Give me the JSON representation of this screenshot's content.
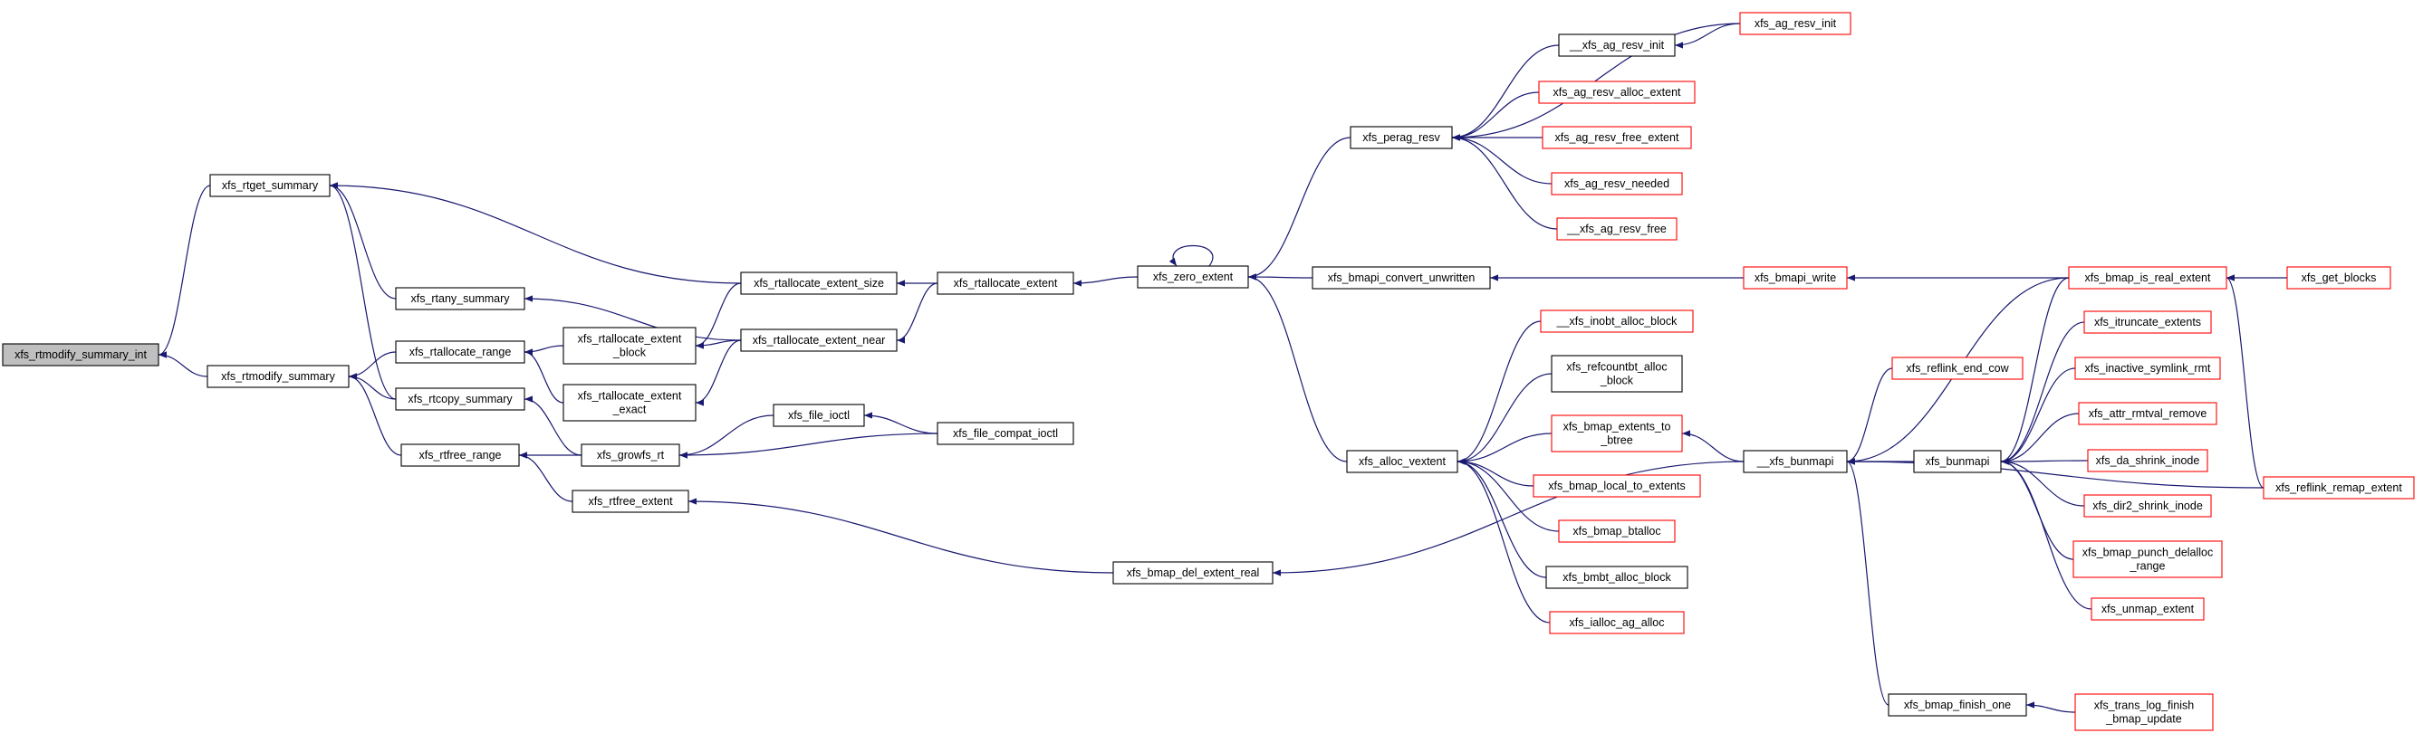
{
  "colors": {
    "edge": "#191970",
    "node_border": "#000000",
    "node_border_truncated": "#ff0000",
    "root_fill": "#bfbfbf"
  },
  "nodes": [
    {
      "id": "root",
      "lines": [
        "xfs_rtmodify_summary_int"
      ],
      "style": "root"
    },
    {
      "id": "rtget_summary",
      "lines": [
        "xfs_rtget_summary"
      ],
      "style": "black"
    },
    {
      "id": "rtmodify_summary",
      "lines": [
        "xfs_rtmodify_summary"
      ],
      "style": "black"
    },
    {
      "id": "rtany_summary",
      "lines": [
        "xfs_rtany_summary"
      ],
      "style": "black"
    },
    {
      "id": "rtallocate_range",
      "lines": [
        "xfs_rtallocate_range"
      ],
      "style": "black"
    },
    {
      "id": "rtcopy_summary",
      "lines": [
        "xfs_rtcopy_summary"
      ],
      "style": "black"
    },
    {
      "id": "rtfree_range",
      "lines": [
        "xfs_rtfree_range"
      ],
      "style": "black"
    },
    {
      "id": "rtallocate_extent_block",
      "lines": [
        "xfs_rtallocate_extent",
        "_block"
      ],
      "style": "black"
    },
    {
      "id": "rtallocate_extent_exact",
      "lines": [
        "xfs_rtallocate_extent",
        "_exact"
      ],
      "style": "black"
    },
    {
      "id": "growfs_rt",
      "lines": [
        "xfs_growfs_rt"
      ],
      "style": "black"
    },
    {
      "id": "rtfree_extent",
      "lines": [
        "xfs_rtfree_extent"
      ],
      "style": "black"
    },
    {
      "id": "rtallocate_extent_size",
      "lines": [
        "xfs_rtallocate_extent_size"
      ],
      "style": "black"
    },
    {
      "id": "rtallocate_extent_near",
      "lines": [
        "xfs_rtallocate_extent_near"
      ],
      "style": "black"
    },
    {
      "id": "file_ioctl",
      "lines": [
        "xfs_file_ioctl"
      ],
      "style": "black"
    },
    {
      "id": "rtallocate_extent",
      "lines": [
        "xfs_rtallocate_extent"
      ],
      "style": "black"
    },
    {
      "id": "file_compat_ioctl",
      "lines": [
        "xfs_file_compat_ioctl"
      ],
      "style": "black"
    },
    {
      "id": "zero_extent",
      "lines": [
        "xfs_zero_extent"
      ],
      "style": "black"
    },
    {
      "id": "bmap_del_extent_real",
      "lines": [
        "xfs_bmap_del_extent_real"
      ],
      "style": "black"
    },
    {
      "id": "perag_resv",
      "lines": [
        "xfs_perag_resv"
      ],
      "style": "black"
    },
    {
      "id": "bmapi_convert_unwritten",
      "lines": [
        "xfs_bmapi_convert_unwritten"
      ],
      "style": "black"
    },
    {
      "id": "alloc_vextent",
      "lines": [
        "xfs_alloc_vextent"
      ],
      "style": "black"
    },
    {
      "id": "__ag_resv_init",
      "lines": [
        "__xfs_ag_resv_init"
      ],
      "style": "black"
    },
    {
      "id": "ag_resv_alloc_extent",
      "lines": [
        "xfs_ag_resv_alloc_extent"
      ],
      "style": "red"
    },
    {
      "id": "ag_resv_free_extent",
      "lines": [
        "xfs_ag_resv_free_extent"
      ],
      "style": "red"
    },
    {
      "id": "ag_resv_needed",
      "lines": [
        "xfs_ag_resv_needed"
      ],
      "style": "red"
    },
    {
      "id": "__ag_resv_free",
      "lines": [
        "__xfs_ag_resv_free"
      ],
      "style": "red"
    },
    {
      "id": "__inobt_alloc_block",
      "lines": [
        "__xfs_inobt_alloc_block"
      ],
      "style": "red"
    },
    {
      "id": "refcountbt_alloc_block",
      "lines": [
        "xfs_refcountbt_alloc",
        "_block"
      ],
      "style": "black"
    },
    {
      "id": "bmap_extents_to_btree",
      "lines": [
        "xfs_bmap_extents_to",
        "_btree"
      ],
      "style": "red"
    },
    {
      "id": "bmap_local_to_extents",
      "lines": [
        "xfs_bmap_local_to_extents"
      ],
      "style": "red"
    },
    {
      "id": "bmap_btalloc",
      "lines": [
        "xfs_bmap_btalloc"
      ],
      "style": "red"
    },
    {
      "id": "bmbt_alloc_block",
      "lines": [
        "xfs_bmbt_alloc_block"
      ],
      "style": "black"
    },
    {
      "id": "ialloc_ag_alloc",
      "lines": [
        "xfs_ialloc_ag_alloc"
      ],
      "style": "red"
    },
    {
      "id": "ag_resv_init",
      "lines": [
        "xfs_ag_resv_init"
      ],
      "style": "red"
    },
    {
      "id": "bmapi_write",
      "lines": [
        "xfs_bmapi_write"
      ],
      "style": "red"
    },
    {
      "id": "__bunmapi",
      "lines": [
        "__xfs_bunmapi"
      ],
      "style": "black"
    },
    {
      "id": "reflink_end_cow",
      "lines": [
        "xfs_reflink_end_cow"
      ],
      "style": "red"
    },
    {
      "id": "bunmapi",
      "lines": [
        "xfs_bunmapi"
      ],
      "style": "black"
    },
    {
      "id": "bmap_finish_one",
      "lines": [
        "xfs_bmap_finish_one"
      ],
      "style": "black"
    },
    {
      "id": "bmap_is_real_extent",
      "lines": [
        "xfs_bmap_is_real_extent"
      ],
      "style": "red"
    },
    {
      "id": "itruncate_extents",
      "lines": [
        "xfs_itruncate_extents"
      ],
      "style": "red"
    },
    {
      "id": "inactive_symlink_rmt",
      "lines": [
        "xfs_inactive_symlink_rmt"
      ],
      "style": "red"
    },
    {
      "id": "attr_rmtval_remove",
      "lines": [
        "xfs_attr_rmtval_remove"
      ],
      "style": "red"
    },
    {
      "id": "da_shrink_inode",
      "lines": [
        "xfs_da_shrink_inode"
      ],
      "style": "red"
    },
    {
      "id": "dir2_shrink_inode",
      "lines": [
        "xfs_dir2_shrink_inode"
      ],
      "style": "red"
    },
    {
      "id": "bmap_punch_delalloc_range",
      "lines": [
        "xfs_bmap_punch_delalloc",
        "_range"
      ],
      "style": "red"
    },
    {
      "id": "unmap_extent",
      "lines": [
        "xfs_unmap_extent"
      ],
      "style": "red"
    },
    {
      "id": "trans_log_finish_bmap_update",
      "lines": [
        "xfs_trans_log_finish",
        "_bmap_update"
      ],
      "style": "red"
    },
    {
      "id": "get_blocks",
      "lines": [
        "xfs_get_blocks"
      ],
      "style": "red"
    },
    {
      "id": "reflink_remap_extent",
      "lines": [
        "xfs_reflink_remap_extent"
      ],
      "style": "red"
    }
  ],
  "edges": [
    [
      "root",
      "rtget_summary"
    ],
    [
      "root",
      "rtmodify_summary"
    ],
    [
      "rtget_summary",
      "rtany_summary"
    ],
    [
      "rtget_summary",
      "rtallocate_extent_size"
    ],
    [
      "rtget_summary",
      "rtcopy_summary"
    ],
    [
      "rtmodify_summary",
      "rtallocate_range"
    ],
    [
      "rtmodify_summary",
      "rtcopy_summary"
    ],
    [
      "rtmodify_summary",
      "rtfree_range"
    ],
    [
      "rtany_summary",
      "rtallocate_extent_near"
    ],
    [
      "rtallocate_range",
      "rtallocate_extent_block"
    ],
    [
      "rtallocate_range",
      "rtallocate_extent_exact"
    ],
    [
      "rtcopy_summary",
      "growfs_rt"
    ],
    [
      "rtfree_range",
      "growfs_rt"
    ],
    [
      "rtfree_range",
      "rtfree_extent"
    ],
    [
      "rtallocate_extent_block",
      "rtallocate_extent_size"
    ],
    [
      "rtallocate_extent_block",
      "rtallocate_extent_near"
    ],
    [
      "rtallocate_extent_exact",
      "rtallocate_extent_near"
    ],
    [
      "growfs_rt",
      "file_ioctl"
    ],
    [
      "growfs_rt",
      "file_compat_ioctl"
    ],
    [
      "rtfree_extent",
      "bmap_del_extent_real"
    ],
    [
      "rtallocate_extent_size",
      "rtallocate_extent"
    ],
    [
      "rtallocate_extent_near",
      "rtallocate_extent"
    ],
    [
      "file_ioctl",
      "file_compat_ioctl"
    ],
    [
      "rtallocate_extent",
      "zero_extent"
    ],
    [
      "zero_extent",
      "zero_extent"
    ],
    [
      "zero_extent",
      "perag_resv"
    ],
    [
      "zero_extent",
      "bmapi_convert_unwritten"
    ],
    [
      "zero_extent",
      "alloc_vextent"
    ],
    [
      "perag_resv",
      "__ag_resv_init"
    ],
    [
      "perag_resv",
      "ag_resv_init"
    ],
    [
      "perag_resv",
      "ag_resv_alloc_extent"
    ],
    [
      "perag_resv",
      "ag_resv_free_extent"
    ],
    [
      "perag_resv",
      "ag_resv_needed"
    ],
    [
      "perag_resv",
      "__ag_resv_free"
    ],
    [
      "__ag_resv_init",
      "ag_resv_init"
    ],
    [
      "bmapi_convert_unwritten",
      "bmapi_write"
    ],
    [
      "alloc_vextent",
      "__inobt_alloc_block"
    ],
    [
      "alloc_vextent",
      "refcountbt_alloc_block"
    ],
    [
      "alloc_vextent",
      "bmap_extents_to_btree"
    ],
    [
      "alloc_vextent",
      "bmap_local_to_extents"
    ],
    [
      "alloc_vextent",
      "bmap_btalloc"
    ],
    [
      "alloc_vextent",
      "bmbt_alloc_block"
    ],
    [
      "alloc_vextent",
      "ialloc_ag_alloc"
    ],
    [
      "bmapi_write",
      "bmap_is_real_extent"
    ],
    [
      "bmap_extents_to_btree",
      "__bunmapi"
    ],
    [
      "bmap_del_extent_real",
      "__bunmapi"
    ],
    [
      "__bunmapi",
      "reflink_end_cow"
    ],
    [
      "__bunmapi",
      "bmap_is_real_extent"
    ],
    [
      "__bunmapi",
      "bunmapi"
    ],
    [
      "__bunmapi",
      "bmap_finish_one"
    ],
    [
      "__bunmapi",
      "reflink_remap_extent"
    ],
    [
      "bunmapi",
      "bmap_is_real_extent"
    ],
    [
      "bunmapi",
      "itruncate_extents"
    ],
    [
      "bunmapi",
      "inactive_symlink_rmt"
    ],
    [
      "bunmapi",
      "attr_rmtval_remove"
    ],
    [
      "bunmapi",
      "da_shrink_inode"
    ],
    [
      "bunmapi",
      "dir2_shrink_inode"
    ],
    [
      "bunmapi",
      "bmap_punch_delalloc_range"
    ],
    [
      "bunmapi",
      "unmap_extent"
    ],
    [
      "bmap_finish_one",
      "trans_log_finish_bmap_update"
    ],
    [
      "bmap_is_real_extent",
      "get_blocks"
    ],
    [
      "bmap_is_real_extent",
      "reflink_remap_extent"
    ]
  ]
}
